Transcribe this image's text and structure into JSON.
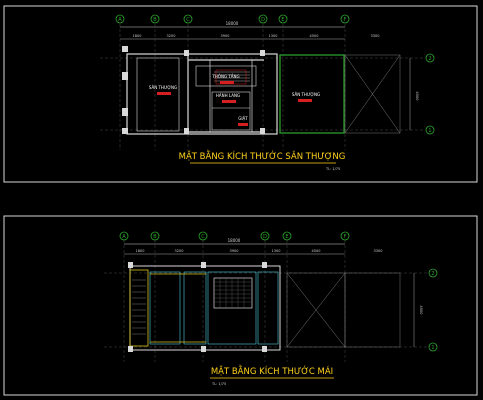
{
  "colors": {
    "background": "#000000",
    "frame": "#d8d8d8",
    "grid_bubble": "#2ea82e",
    "grid_line": "#7a7a7a",
    "wall": "#d9d9d9",
    "wall_cyan": "#4fd1e0",
    "title_text": "#ffd21a",
    "title_underline": "#ffd21a",
    "dim": "#cfcfcf",
    "red_tag": "#d42020",
    "green_line": "#2ea82e",
    "yellow_line": "#d6c21a"
  },
  "sheet_top": {
    "title": "MẶT BẰNG KÍCH THƯỚC SÂN THƯỢNG",
    "scale": "TL: 1/75",
    "grid_letters": [
      "A",
      "B",
      "C",
      "D",
      "E",
      "F"
    ],
    "grid_numbers": [
      "2",
      "1"
    ],
    "overall_dim": "18000",
    "segment_dims": [
      "1800",
      "3200",
      "3900",
      "1300",
      "4500",
      "3300"
    ],
    "rooms": {
      "san_thuong_left": "SÂN THƯỢNG",
      "thong_tang": "THÔNG TẦNG",
      "hanh_lang": "HÀNH LANG",
      "giat": "GIẶT",
      "san_thuong_right": "SÂN THƯỢNG"
    },
    "side_dim": "4500"
  },
  "sheet_bottom": {
    "title": "MẶT BẰNG KÍCH THƯỚC MÁI",
    "scale": "TL: 1/75",
    "grid_letters": [
      "A",
      "B",
      "C",
      "D",
      "E",
      "F"
    ],
    "grid_numbers": [
      "2",
      "1"
    ],
    "overall_dim": "18000",
    "segment_dims": [
      "1800",
      "3200",
      "3900",
      "1300",
      "4500",
      "3300"
    ],
    "side_dim": "4500"
  }
}
